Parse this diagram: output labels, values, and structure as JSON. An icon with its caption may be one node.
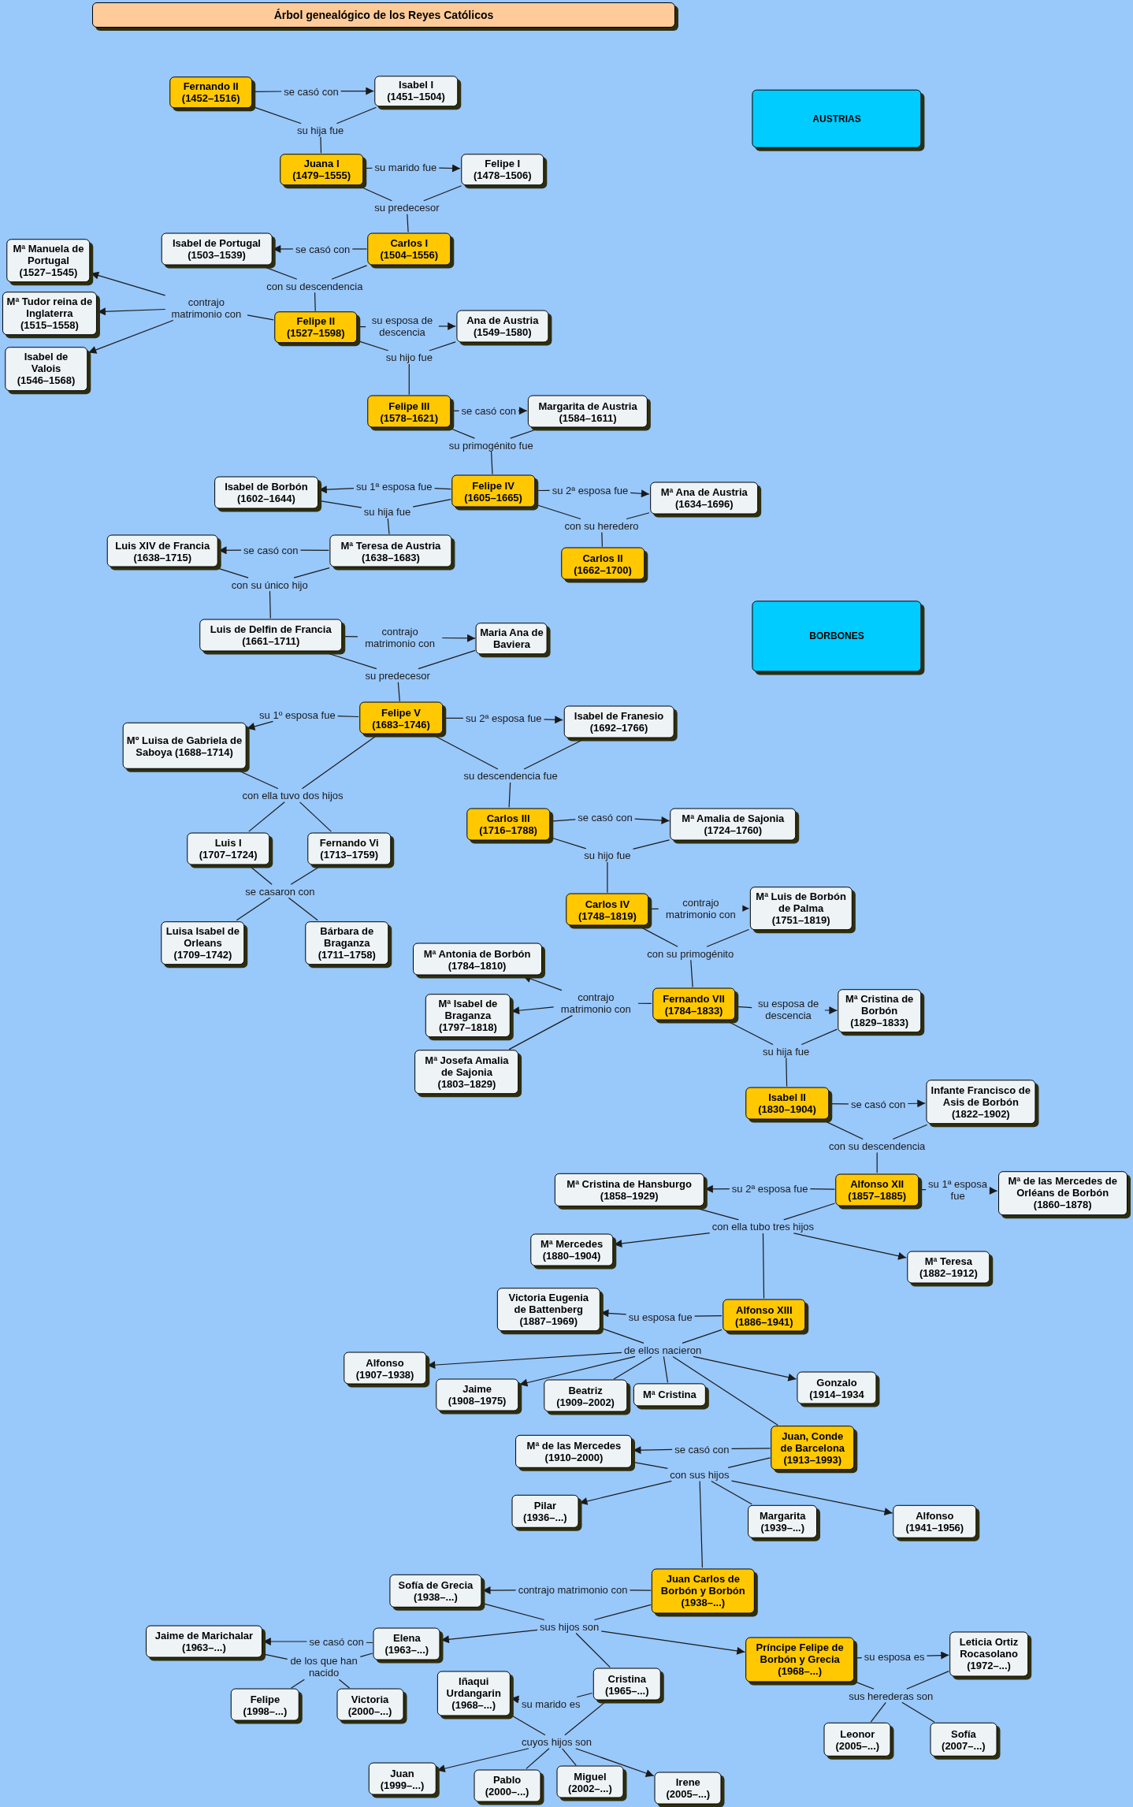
{
  "diagram": {
    "title": "Árbol genealógico de los Reyes Católicos",
    "nodes": [
      {
        "text": [
          "Fernando II (1452–1516)"
        ]
      },
      {
        "text": [
          "se casó con"
        ]
      },
      {
        "text": [
          "Isabel I (1451–1504)"
        ]
      },
      {
        "text": [
          "su hija fue"
        ]
      },
      {
        "text": [
          "Juana I (1479–1555)"
        ]
      },
      {
        "text": [
          "su marido fue"
        ]
      },
      {
        "text": [
          "Felipe I (1478–1506)"
        ]
      },
      {
        "text": [
          "su predecesor"
        ]
      },
      {
        "text": [
          "Isabel de Portugal (1503–1539)"
        ]
      },
      {
        "text": [
          "se casó con"
        ]
      },
      {
        "text": [
          "Carlos I (1504–1556)"
        ]
      },
      {
        "text": [
          "con su descendencia"
        ]
      },
      {
        "text": [
          "Mª Manuela de Portugal (1527–1545)"
        ]
      },
      {
        "text": [
          "Mª Tudor reina de Inglaterra (1515–1558)"
        ]
      },
      {
        "text": [
          "Isabel de Valois (1546–1568)"
        ]
      },
      {
        "text": [
          "contrajo matrimonio con"
        ]
      },
      {
        "text": [
          "Felipe II (1527–1598)"
        ]
      },
      {
        "text": [
          "su esposa de descencia"
        ]
      },
      {
        "text": [
          "Ana de Austria (1549–1580)"
        ]
      },
      {
        "text": [
          "su hijo fue"
        ]
      },
      {
        "text": [
          "Felipe III (1578–1621)"
        ]
      },
      {
        "text": [
          "se casó con"
        ]
      },
      {
        "text": [
          "Margarita de Austria (1584–1611)"
        ]
      },
      {
        "text": [
          "su primogénito fue"
        ]
      },
      {
        "text": [
          "Isabel de Borbón (1602–1644)"
        ]
      },
      {
        "text": [
          "su 1ª esposa fue"
        ]
      },
      {
        "text": [
          "Felipe IV (1605–1665)"
        ]
      },
      {
        "text": [
          "su 2ª esposa fue"
        ]
      },
      {
        "text": [
          "Mª Ana de Austria (1634–1696)"
        ]
      },
      {
        "text": [
          "su hija fue"
        ]
      },
      {
        "text": [
          "con su heredero"
        ]
      },
      {
        "text": [
          "Carlos II (1662–1700)"
        ]
      },
      {
        "text": [
          "Luis XIV de Francia (1638–1715)"
        ]
      },
      {
        "text": [
          "se casó con"
        ]
      },
      {
        "text": [
          "Mª Teresa de Austria (1638–1683)"
        ]
      },
      {
        "text": [
          "con su único hijo"
        ]
      },
      {
        "text": [
          "AUSTRIAS"
        ]
      },
      {
        "text": [
          "BORBONES"
        ]
      },
      {
        "text": [
          "Luis de Delfin de Francia (1661–1711)"
        ]
      },
      {
        "text": [
          "contrajo matrimonio con"
        ]
      },
      {
        "text": [
          "Maria Ana de Baviera"
        ]
      },
      {
        "text": [
          "su predecesor"
        ]
      },
      {
        "text": [
          "Mº Luisa de Gabriela de Saboya (1688–1714)"
        ]
      },
      {
        "text": [
          "su 1º esposa fue"
        ]
      },
      {
        "text": [
          "Felipe V (1683–1746)"
        ]
      },
      {
        "text": [
          "su 2ª esposa fue"
        ]
      },
      {
        "text": [
          "Isabel de Franesio (1692–1766)"
        ]
      },
      {
        "text": [
          "con ella tuvo dos hijos"
        ]
      },
      {
        "text": [
          "su descendencia fue"
        ]
      },
      {
        "text": [
          "Luis I (1707–1724)"
        ]
      },
      {
        "text": [
          "Fernando Vi (1713–1759)"
        ]
      },
      {
        "text": [
          "Carlos III (1716–1788)"
        ]
      },
      {
        "text": [
          "se casó con"
        ]
      },
      {
        "text": [
          "Mª Amalia de Sajonia (1724–1760)"
        ]
      },
      {
        "text": [
          "se casaron con"
        ]
      },
      {
        "text": [
          "su hijo fue"
        ]
      },
      {
        "text": [
          "Luisa Isabel de Orleans (1709–1742)"
        ]
      },
      {
        "text": [
          "Bárbara de Braganza (1711–1758)"
        ]
      },
      {
        "text": [
          "Carlos IV (1748–1819)"
        ]
      },
      {
        "text": [
          "contrajo matrimonio con"
        ]
      },
      {
        "text": [
          "Mª Luis de Borbón de Palma (1751–1819)"
        ]
      },
      {
        "text": [
          "con su primogénito"
        ]
      },
      {
        "text": [
          "Mª Antonia de Borbón (1784–1810)"
        ]
      },
      {
        "text": [
          "Mª Isabel de Braganza (1797–1818)"
        ]
      },
      {
        "text": [
          "Mª Josefa Amalia de Sajonia (1803–1829)"
        ]
      },
      {
        "text": [
          "contrajo matrimonio con"
        ]
      },
      {
        "text": [
          "Fernando VII (1784–1833)"
        ]
      },
      {
        "text": [
          "su esposa de descencia"
        ]
      },
      {
        "text": [
          "Mª Cristina de Borbón (1829–1833)"
        ]
      },
      {
        "text": [
          "su hija fue"
        ]
      },
      {
        "text": [
          "Isabel II (1830–1904)"
        ]
      },
      {
        "text": [
          "se casó con"
        ]
      },
      {
        "text": [
          "Infante Francisco de Asis de Borbón (1822–1902)"
        ]
      },
      {
        "text": [
          "con su descendencia"
        ]
      },
      {
        "text": [
          "Mª Cristina de Hansburgo (1858–1929)"
        ]
      },
      {
        "text": [
          "su 2ª esposa fue"
        ]
      },
      {
        "text": [
          "Alfonso XII (1857–1885)"
        ]
      },
      {
        "text": [
          "su 1ª esposa fue"
        ]
      },
      {
        "text": [
          "Mª de las Mercedes de Orléans de Borbón (1860–1878)"
        ]
      },
      {
        "text": [
          "con ella tubo tres hijos"
        ]
      },
      {
        "text": [
          "Mª Mercedes (1880–1904)"
        ]
      },
      {
        "text": [
          "Mª Teresa (1882–1912)"
        ]
      },
      {
        "text": [
          "Victoria Eugenia de Battenberg (1887–1969)"
        ]
      },
      {
        "text": [
          "su esposa fue"
        ]
      },
      {
        "text": [
          "Alfonso XIII (1886–1941)"
        ]
      },
      {
        "text": [
          "de ellos nacieron"
        ]
      },
      {
        "text": [
          "Alfonso (1907–1938)"
        ]
      },
      {
        "text": [
          "Jaime (1908–1975)"
        ]
      },
      {
        "text": [
          "Beatriz (1909–2002)"
        ]
      },
      {
        "text": [
          "Mª Cristina"
        ]
      },
      {
        "text": [
          "Gonzalo (1914–1934"
        ]
      },
      {
        "text": [
          "Mª de las Mercedes (1910–2000)"
        ]
      },
      {
        "text": [
          "se casó con"
        ]
      },
      {
        "text": [
          "Juan, Conde de Barcelona (1913–1993)"
        ]
      },
      {
        "text": [
          "con sus hijos"
        ]
      },
      {
        "text": [
          "Pilar (1936–...)"
        ]
      },
      {
        "text": [
          "Margarita (1939–...)"
        ]
      },
      {
        "text": [
          "Alfonso (1941–1956)"
        ]
      },
      {
        "text": [
          "Sofía de Grecia (1938–...)"
        ]
      },
      {
        "text": [
          "contrajo matrimonio con"
        ]
      },
      {
        "text": [
          "Juan Carlos de Borbón y Borbón (1938–...)"
        ]
      },
      {
        "text": [
          "sus hijos son"
        ]
      },
      {
        "text": [
          "Jaime de Marichalar (1963–...)"
        ]
      },
      {
        "text": [
          "se casó con"
        ]
      },
      {
        "text": [
          "Elena (1963–...)"
        ]
      },
      {
        "text": [
          "Príncipe Felipe de Borbón y Grecia (1968–...)"
        ]
      },
      {
        "text": [
          "su esposa es"
        ]
      },
      {
        "text": [
          "Leticia Ortiz Rocasolano (1972–...)"
        ]
      },
      {
        "text": [
          "de los que han nacido"
        ]
      },
      {
        "text": [
          "Cristina (1965–...)"
        ]
      },
      {
        "text": [
          "Iñaqui Urdangarin (1968–...)"
        ]
      },
      {
        "text": [
          "su marido es"
        ]
      },
      {
        "text": [
          "sus herederas son"
        ]
      },
      {
        "text": [
          "Felipe (1998–...)"
        ]
      },
      {
        "text": [
          "Victoria (2000–...)"
        ]
      },
      {
        "text": [
          "cuyos hijos son"
        ]
      },
      {
        "text": [
          "Leonor (2005–...)"
        ]
      },
      {
        "text": [
          "Sofía (2007–...)"
        ]
      },
      {
        "text": [
          "Juan (1999–...)"
        ]
      },
      {
        "text": [
          "Pablo (2000–...)"
        ]
      },
      {
        "text": [
          "Miguel (2002–...)"
        ]
      },
      {
        "text": [
          "Irene (2005–...)"
        ]
      }
    ],
    "edges": [
      {
        "from": 0,
        "to": 1,
        "arrow": "none"
      },
      {
        "from": 1,
        "to": 2,
        "arrow": "to"
      },
      {
        "from": 0,
        "to": 3,
        "arrow": "none"
      },
      {
        "from": 2,
        "to": 3,
        "arrow": "none"
      },
      {
        "from": 3,
        "to": 4,
        "arrow": "none"
      },
      {
        "from": 4,
        "to": 5,
        "arrow": "none"
      },
      {
        "from": 5,
        "to": 6,
        "arrow": "to"
      },
      {
        "from": 4,
        "to": 7,
        "arrow": "none"
      },
      {
        "from": 6,
        "to": 7,
        "arrow": "none"
      },
      {
        "from": 7,
        "to": 10,
        "arrow": "none"
      },
      {
        "from": 10,
        "to": 9,
        "arrow": "none"
      },
      {
        "from": 9,
        "to": 8,
        "arrow": "to"
      },
      {
        "from": 8,
        "to": 11,
        "arrow": "none"
      },
      {
        "from": 10,
        "to": 11,
        "arrow": "none"
      },
      {
        "from": 11,
        "to": 16,
        "arrow": "none"
      },
      {
        "from": 16,
        "to": 15,
        "arrow": "none"
      },
      {
        "from": 15,
        "to": 12,
        "arrow": "to"
      },
      {
        "from": 15,
        "to": 13,
        "arrow": "to"
      },
      {
        "from": 15,
        "to": 14,
        "arrow": "to"
      },
      {
        "from": 16,
        "to": 17,
        "arrow": "none"
      },
      {
        "from": 17,
        "to": 18,
        "arrow": "to"
      },
      {
        "from": 16,
        "to": 19,
        "arrow": "none"
      },
      {
        "from": 18,
        "to": 19,
        "arrow": "none"
      },
      {
        "from": 19,
        "to": 20,
        "arrow": "none"
      },
      {
        "from": 20,
        "to": 21,
        "arrow": "none"
      },
      {
        "from": 21,
        "to": 22,
        "arrow": "to"
      },
      {
        "from": 20,
        "to": 23,
        "arrow": "none"
      },
      {
        "from": 22,
        "to": 23,
        "arrow": "none"
      },
      {
        "from": 23,
        "to": 26,
        "arrow": "none"
      },
      {
        "from": 26,
        "to": 25,
        "arrow": "none"
      },
      {
        "from": 25,
        "to": 24,
        "arrow": "to"
      },
      {
        "from": 26,
        "to": 27,
        "arrow": "none"
      },
      {
        "from": 27,
        "to": 28,
        "arrow": "to"
      },
      {
        "from": 24,
        "to": 29,
        "arrow": "none"
      },
      {
        "from": 26,
        "to": 29,
        "arrow": "none"
      },
      {
        "from": 29,
        "to": 34,
        "arrow": "none"
      },
      {
        "from": 26,
        "to": 30,
        "arrow": "none"
      },
      {
        "from": 28,
        "to": 30,
        "arrow": "none"
      },
      {
        "from": 30,
        "to": 31,
        "arrow": "none"
      },
      {
        "from": 34,
        "to": 33,
        "arrow": "none"
      },
      {
        "from": 33,
        "to": 32,
        "arrow": "to"
      },
      {
        "from": 32,
        "to": 35,
        "arrow": "none"
      },
      {
        "from": 34,
        "to": 35,
        "arrow": "none"
      },
      {
        "from": 35,
        "to": 38,
        "arrow": "none"
      },
      {
        "from": 38,
        "to": 39,
        "arrow": "none"
      },
      {
        "from": 39,
        "to": 40,
        "arrow": "to"
      },
      {
        "from": 38,
        "to": 41,
        "arrow": "none"
      },
      {
        "from": 40,
        "to": 41,
        "arrow": "none"
      },
      {
        "from": 41,
        "to": 44,
        "arrow": "none"
      },
      {
        "from": 44,
        "to": 43,
        "arrow": "none"
      },
      {
        "from": 43,
        "to": 42,
        "arrow": "to"
      },
      {
        "from": 44,
        "to": 45,
        "arrow": "none"
      },
      {
        "from": 45,
        "to": 46,
        "arrow": "to"
      },
      {
        "from": 42,
        "to": 47,
        "arrow": "none"
      },
      {
        "from": 44,
        "to": 47,
        "arrow": "none"
      },
      {
        "from": 47,
        "to": 49,
        "arrow": "none"
      },
      {
        "from": 47,
        "to": 50,
        "arrow": "none"
      },
      {
        "from": 44,
        "to": 48,
        "arrow": "none"
      },
      {
        "from": 46,
        "to": 48,
        "arrow": "none"
      },
      {
        "from": 48,
        "to": 51,
        "arrow": "none"
      },
      {
        "from": 51,
        "to": 52,
        "arrow": "none"
      },
      {
        "from": 52,
        "to": 53,
        "arrow": "to"
      },
      {
        "from": 51,
        "to": 55,
        "arrow": "none"
      },
      {
        "from": 53,
        "to": 55,
        "arrow": "none"
      },
      {
        "from": 55,
        "to": 58,
        "arrow": "none"
      },
      {
        "from": 49,
        "to": 54,
        "arrow": "none"
      },
      {
        "from": 50,
        "to": 54,
        "arrow": "none"
      },
      {
        "from": 54,
        "to": 56,
        "arrow": "none"
      },
      {
        "from": 54,
        "to": 57,
        "arrow": "none"
      },
      {
        "from": 58,
        "to": 59,
        "arrow": "none"
      },
      {
        "from": 59,
        "to": 60,
        "arrow": "to"
      },
      {
        "from": 58,
        "to": 61,
        "arrow": "none"
      },
      {
        "from": 60,
        "to": 61,
        "arrow": "none"
      },
      {
        "from": 61,
        "to": 66,
        "arrow": "none"
      },
      {
        "from": 66,
        "to": 65,
        "arrow": "none"
      },
      {
        "from": 65,
        "to": 62,
        "arrow": "to"
      },
      {
        "from": 65,
        "to": 63,
        "arrow": "to"
      },
      {
        "from": 65,
        "to": 64,
        "arrow": "none"
      },
      {
        "from": 66,
        "to": 67,
        "arrow": "none"
      },
      {
        "from": 67,
        "to": 68,
        "arrow": "to"
      },
      {
        "from": 66,
        "to": 69,
        "arrow": "none"
      },
      {
        "from": 68,
        "to": 69,
        "arrow": "none"
      },
      {
        "from": 69,
        "to": 70,
        "arrow": "none"
      },
      {
        "from": 70,
        "to": 71,
        "arrow": "none"
      },
      {
        "from": 71,
        "to": 72,
        "arrow": "to"
      },
      {
        "from": 70,
        "to": 73,
        "arrow": "none"
      },
      {
        "from": 72,
        "to": 73,
        "arrow": "none"
      },
      {
        "from": 73,
        "to": 76,
        "arrow": "none"
      },
      {
        "from": 76,
        "to": 75,
        "arrow": "none"
      },
      {
        "from": 75,
        "to": 74,
        "arrow": "to"
      },
      {
        "from": 76,
        "to": 77,
        "arrow": "none"
      },
      {
        "from": 77,
        "to": 78,
        "arrow": "to"
      },
      {
        "from": 74,
        "to": 79,
        "arrow": "none"
      },
      {
        "from": 76,
        "to": 79,
        "arrow": "none"
      },
      {
        "from": 79,
        "to": 80,
        "arrow": "to"
      },
      {
        "from": 79,
        "to": 81,
        "arrow": "to"
      },
      {
        "from": 79,
        "to": 84,
        "arrow": "none"
      },
      {
        "from": 84,
        "to": 83,
        "arrow": "none"
      },
      {
        "from": 83,
        "to": 82,
        "arrow": "to"
      },
      {
        "from": 82,
        "to": 85,
        "arrow": "none"
      },
      {
        "from": 84,
        "to": 85,
        "arrow": "none"
      },
      {
        "from": 85,
        "to": 86,
        "arrow": "to"
      },
      {
        "from": 85,
        "to": 87,
        "arrow": "to"
      },
      {
        "from": 85,
        "to": 88,
        "arrow": "none"
      },
      {
        "from": 85,
        "to": 89,
        "arrow": "none"
      },
      {
        "from": 85,
        "to": 90,
        "arrow": "to"
      },
      {
        "from": 85,
        "to": 93,
        "arrow": "none"
      },
      {
        "from": 93,
        "to": 92,
        "arrow": "none"
      },
      {
        "from": 92,
        "to": 91,
        "arrow": "to"
      },
      {
        "from": 91,
        "to": 94,
        "arrow": "none"
      },
      {
        "from": 93,
        "to": 94,
        "arrow": "none"
      },
      {
        "from": 94,
        "to": 95,
        "arrow": "to"
      },
      {
        "from": 94,
        "to": 96,
        "arrow": "none"
      },
      {
        "from": 94,
        "to": 97,
        "arrow": "to"
      },
      {
        "from": 94,
        "to": 100,
        "arrow": "none"
      },
      {
        "from": 100,
        "to": 99,
        "arrow": "none"
      },
      {
        "from": 99,
        "to": 98,
        "arrow": "to"
      },
      {
        "from": 98,
        "to": 101,
        "arrow": "none"
      },
      {
        "from": 100,
        "to": 101,
        "arrow": "none"
      },
      {
        "from": 101,
        "to": 104,
        "arrow": "to"
      },
      {
        "from": 101,
        "to": 105,
        "arrow": "to"
      },
      {
        "from": 101,
        "to": 109,
        "arrow": "none"
      },
      {
        "from": 104,
        "to": 103,
        "arrow": "none"
      },
      {
        "from": 103,
        "to": 102,
        "arrow": "to"
      },
      {
        "from": 102,
        "to": 108,
        "arrow": "none"
      },
      {
        "from": 104,
        "to": 108,
        "arrow": "none"
      },
      {
        "from": 108,
        "to": 113,
        "arrow": "none"
      },
      {
        "from": 108,
        "to": 114,
        "arrow": "none"
      },
      {
        "from": 105,
        "to": 106,
        "arrow": "none"
      },
      {
        "from": 106,
        "to": 107,
        "arrow": "to"
      },
      {
        "from": 105,
        "to": 112,
        "arrow": "none"
      },
      {
        "from": 107,
        "to": 112,
        "arrow": "none"
      },
      {
        "from": 112,
        "to": 116,
        "arrow": "none"
      },
      {
        "from": 112,
        "to": 117,
        "arrow": "none"
      },
      {
        "from": 109,
        "to": 111,
        "arrow": "none"
      },
      {
        "from": 111,
        "to": 110,
        "arrow": "to"
      },
      {
        "from": 110,
        "to": 115,
        "arrow": "none"
      },
      {
        "from": 109,
        "to": 115,
        "arrow": "none"
      },
      {
        "from": 115,
        "to": 118,
        "arrow": "to"
      },
      {
        "from": 115,
        "to": 119,
        "arrow": "none"
      },
      {
        "from": 115,
        "to": 120,
        "arrow": "none"
      },
      {
        "from": 115,
        "to": 121,
        "arrow": "to"
      }
    ]
  }
}
